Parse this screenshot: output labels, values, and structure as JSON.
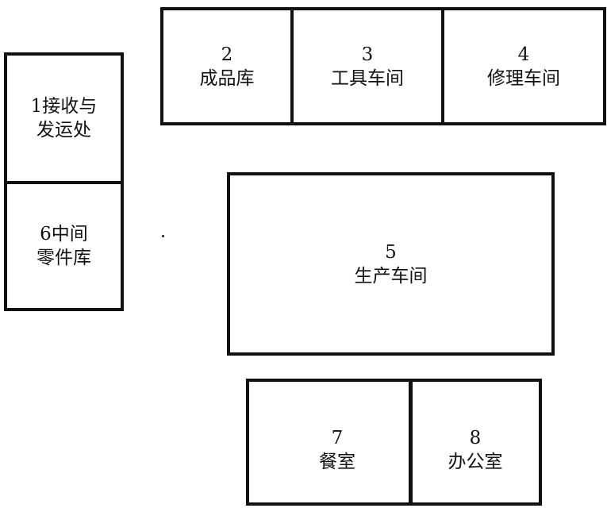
{
  "diagram": {
    "rooms": [
      {
        "id": "1",
        "label": "1接收与\n发运处"
      },
      {
        "id": "2",
        "label": "2\n成品库"
      },
      {
        "id": "3",
        "label": "3\n工具车间"
      },
      {
        "id": "4",
        "label": "4\n修理车间"
      },
      {
        "id": "5",
        "label": "5\n生产车间"
      },
      {
        "id": "6",
        "label": "6中间\n零件库"
      },
      {
        "id": "7",
        "label": "7\n餐室"
      },
      {
        "id": "8",
        "label": "8\n办公室"
      }
    ]
  }
}
